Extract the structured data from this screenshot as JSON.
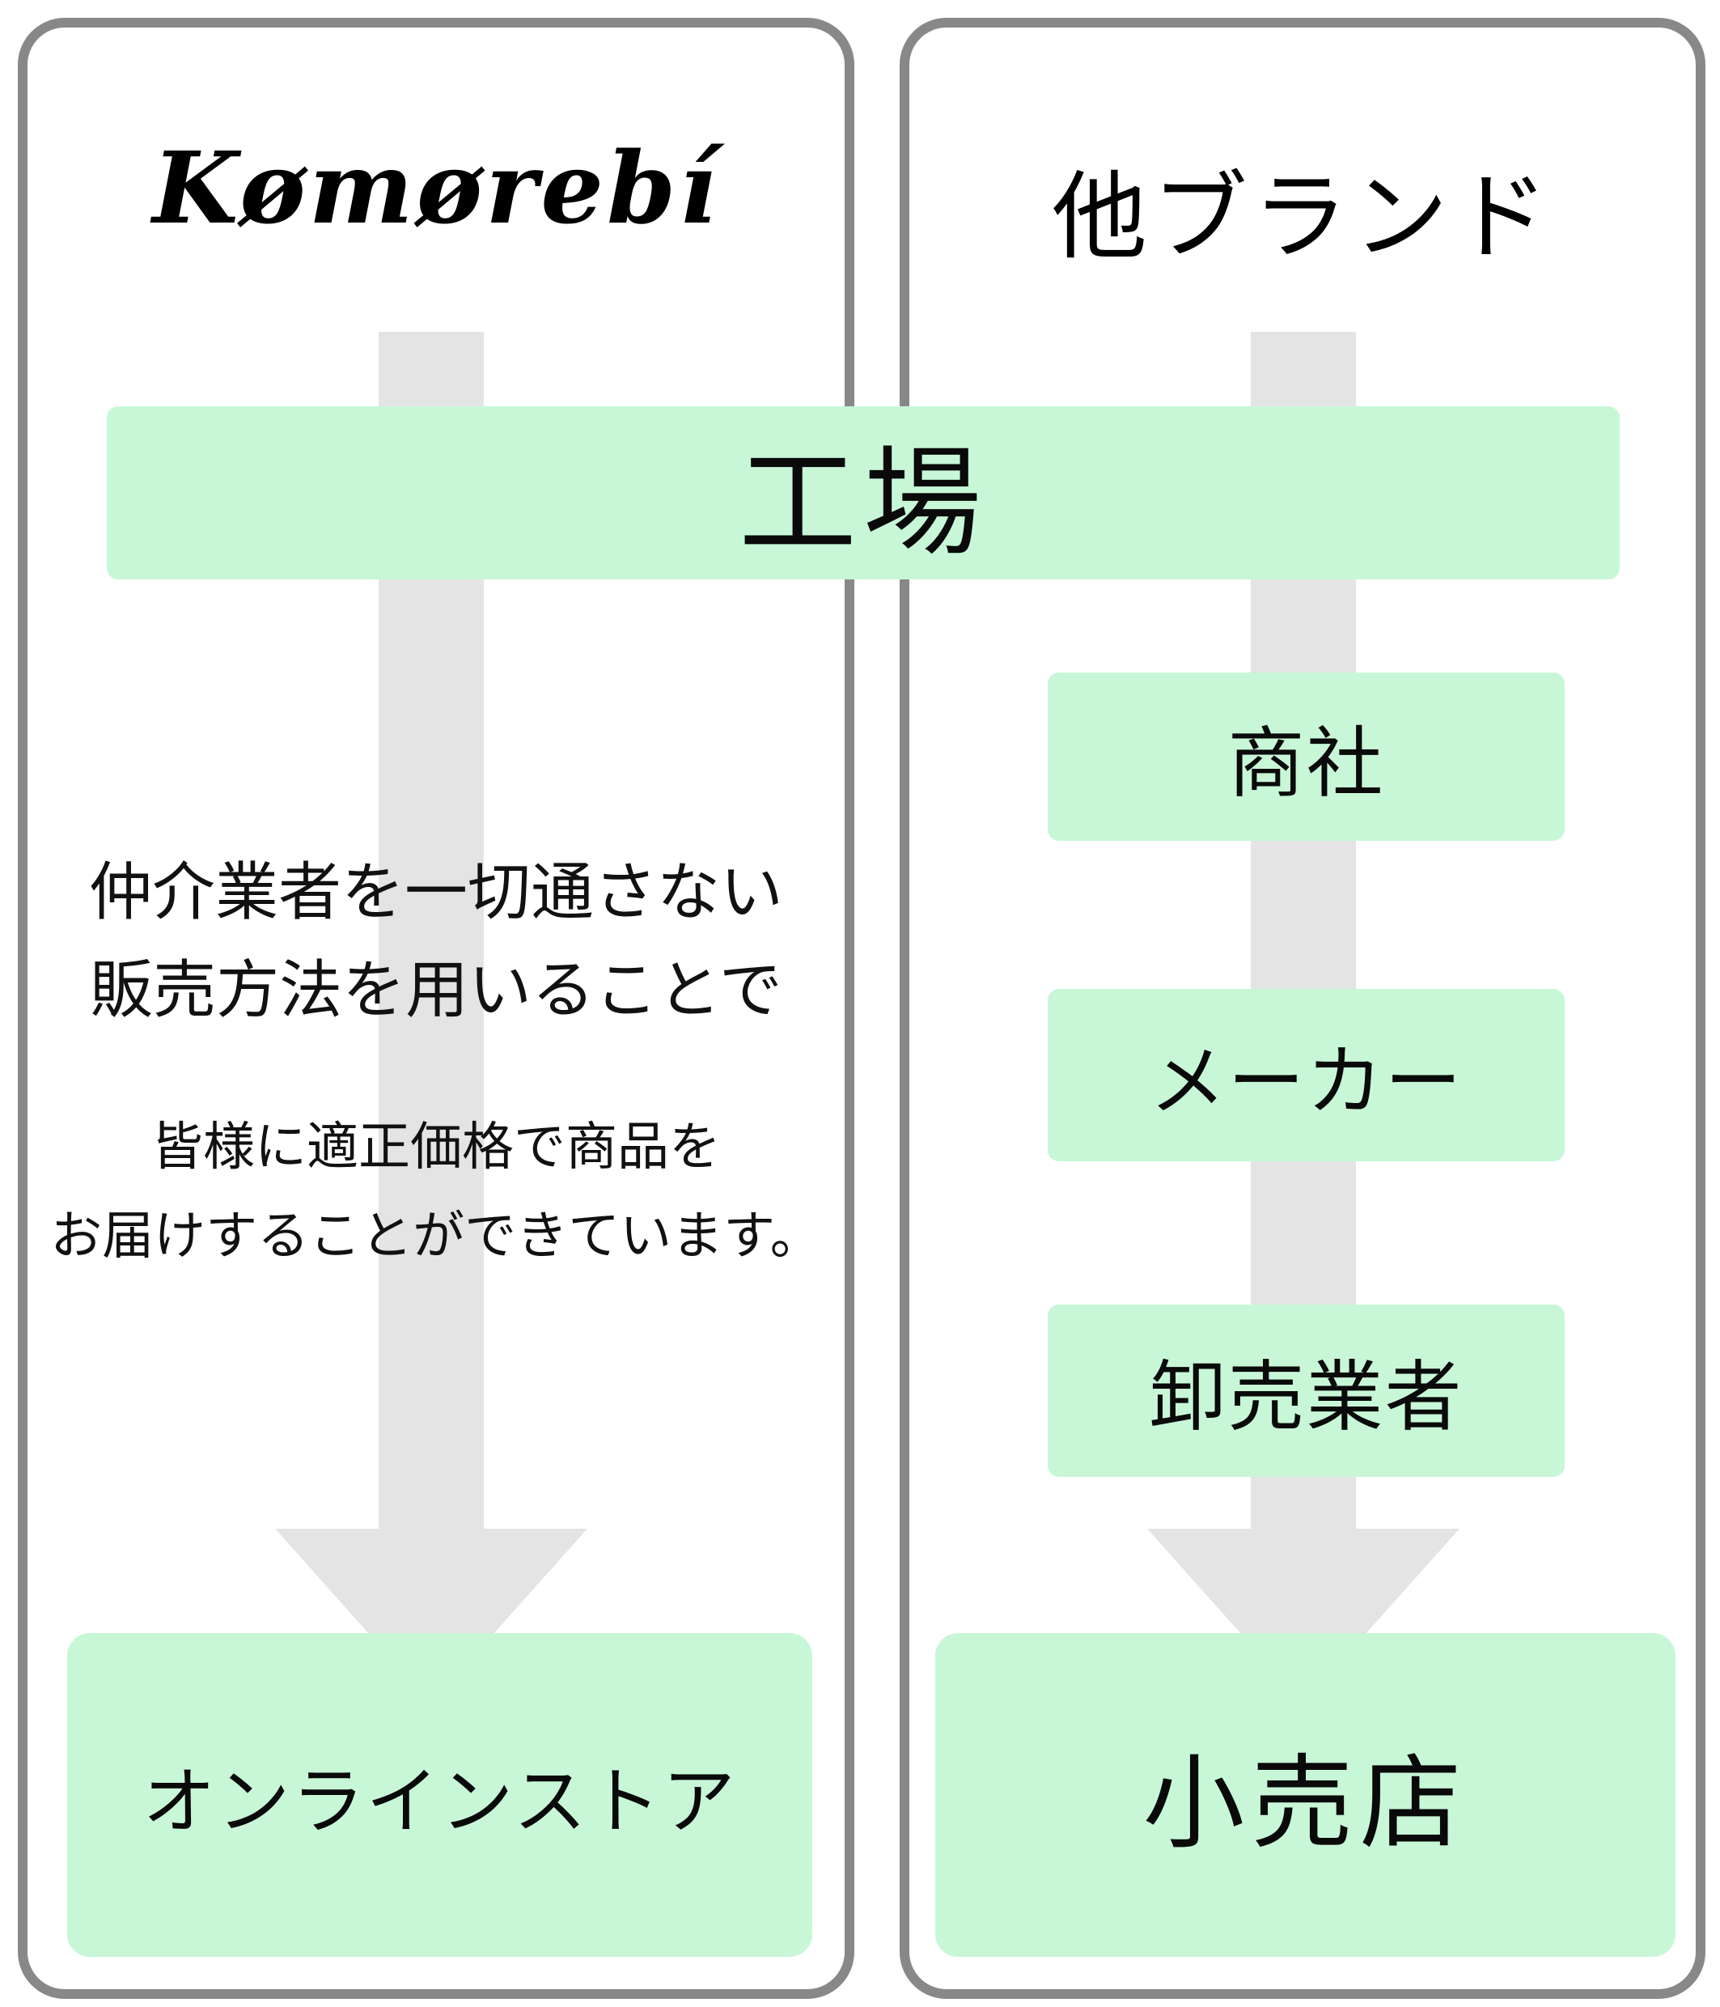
{
  "colors": {
    "mint_green": "#c8f7d8",
    "arrow_gray": "#e4e4e4",
    "panel_border_gray": "#888888",
    "text_black": "#000000"
  },
  "shared": {
    "factory_label": "工場"
  },
  "komorebi_panel": {
    "title": "Kømørebí",
    "note1_line1": "仲介業者を一切通さない",
    "note1_line2": "販売方法を用いることで",
    "note2_line1": "皆様に適正価格で商品を",
    "note2_line2": "お届けすることができています。",
    "channel_label": "オンラインストア"
  },
  "other_brands_panel": {
    "title": "他ブランド",
    "steps": [
      "商社",
      "メーカー",
      "卸売業者"
    ],
    "channel_label": "小売店"
  }
}
